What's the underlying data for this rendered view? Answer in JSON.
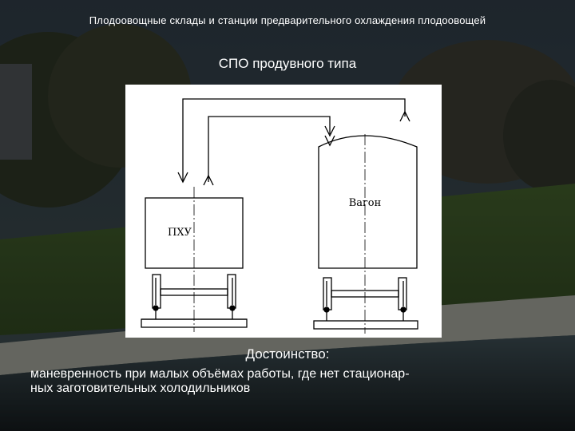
{
  "slide": {
    "title": "Плодоовощные склады и станции предварительного охлаждения плодоовощей",
    "subtitle": "СПО продувного типа"
  },
  "diagram": {
    "unit_left_label": "ПХУ",
    "unit_right_label": "Вагон"
  },
  "advantage": {
    "heading": "Достоинство:",
    "text_line1": "маневренность при малых объёмах работы, где нет стационар-",
    "text_line2": "ных заготовительных холодильников"
  },
  "colors": {
    "text": "#ffffff",
    "diagram_bg": "#ffffff",
    "diagram_stroke": "#000000"
  }
}
